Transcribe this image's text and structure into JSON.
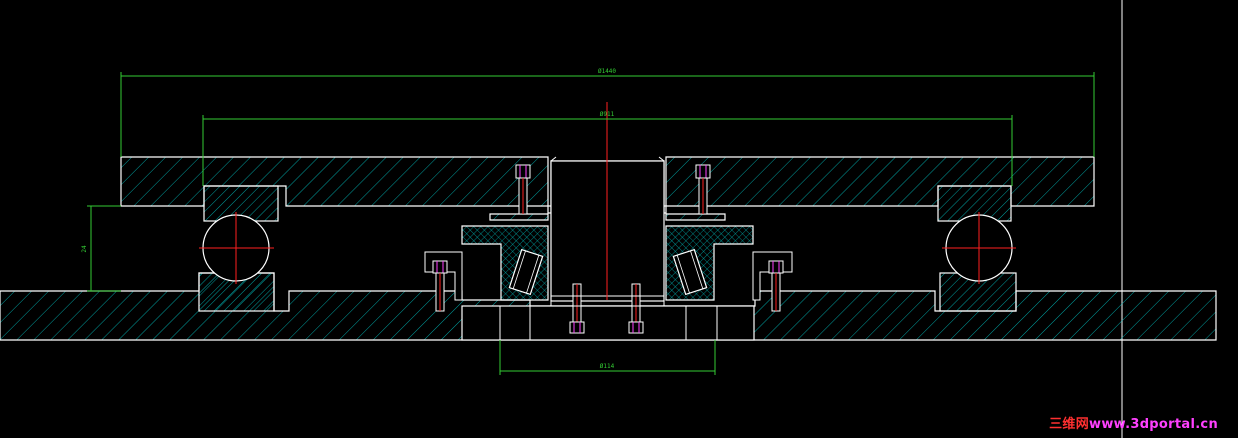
{
  "drawing": {
    "dimensions": {
      "outer_width": "Ø1440",
      "bearing_span": "Ø911",
      "bottom_width": "Ø114",
      "height": "24"
    },
    "colors": {
      "background": "#000000",
      "outline": "#ffffff",
      "hatch": "#00c8c8",
      "dimension": "#33cc33",
      "centerline": "#ff2020",
      "bolt": "#ff40ff",
      "crosshatch": "#00b4b4"
    }
  },
  "watermark": {
    "prefix": "三维网",
    "site": "www.3dportal.cn",
    "prefix_color": "#ff3030",
    "site_color": "#ff40ff"
  }
}
